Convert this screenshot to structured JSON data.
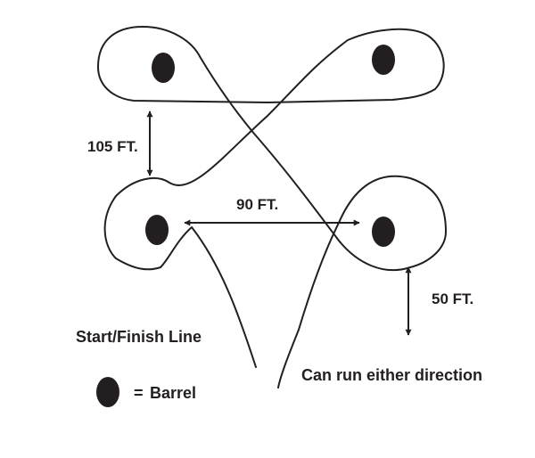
{
  "labels": {
    "distance_barrel_rows": "105 FT.",
    "distance_barrel_columns": "90 FT.",
    "distance_to_line": "50 FT.",
    "start_finish": "Start/Finish Line",
    "direction_note": "Can run either direction",
    "legend_equals": "=",
    "legend_barrel": "Barrel"
  },
  "colors": {
    "ink": "#231f20",
    "background": "#ffffff"
  }
}
